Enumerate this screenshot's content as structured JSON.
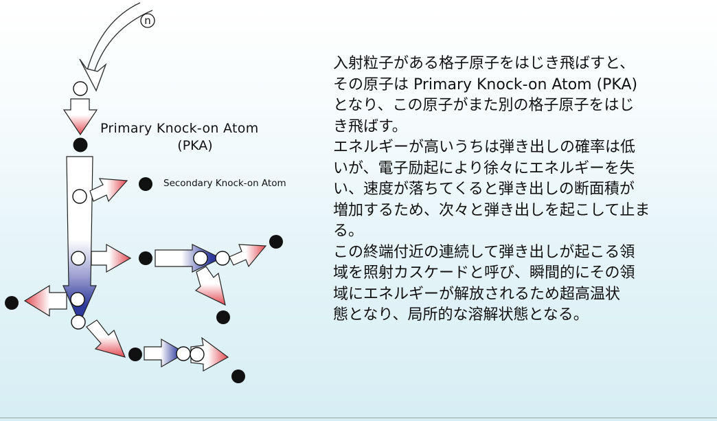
{
  "diagram": {
    "neutron_symbol": "n",
    "primary_label": "Primary Knock-on Atom",
    "pka_label": "(PKA)",
    "secondary_label": "Secondary Knock-on Atom",
    "colors": {
      "arrow_red": "#e24a52",
      "arrow_blue": "#2e3a9c",
      "atom_filled": "#111111",
      "atom_open": "#ffffff"
    }
  },
  "description": {
    "paragraph1": "入射粒子がある格子原子をはじき飛ばすと、\nその原子は Primary Knock-on Atom (PKA)\nとなり、この原子がまた別の格子原子をはじ\nき飛ばす。",
    "paragraph2": "エネルギーが高いうちは弾き出しの確率は低\nいが、電子励起により徐々にエネルギーを失\nい、速度が落ちてくると弾き出しの断面積が\n増加するため、次々と弾き出しを起こして止ま\nる。",
    "paragraph3": "この終端付近の連続して弾き出しが起こる領\n域を照射カスケードと呼び、瞬間的にその領\n域にエネルギーが解放されるため超高温状\n態となり、局所的な溶解状態となる。"
  }
}
